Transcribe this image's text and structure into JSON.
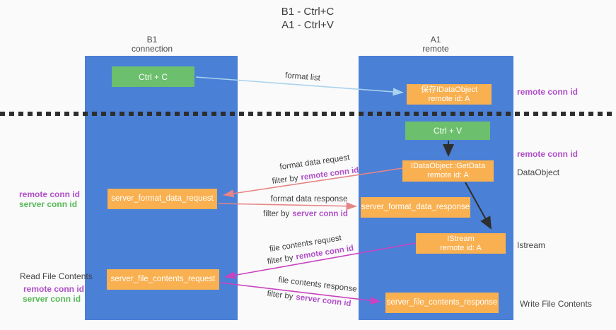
{
  "title": {
    "line1": "B1 - Ctrl+C",
    "line2": "A1 - Ctrl+V"
  },
  "lanes": {
    "left": {
      "name": "B1",
      "role": "connection"
    },
    "right": {
      "name": "A1",
      "role": "remote"
    }
  },
  "boxes": {
    "ctrl_c": "Ctrl + C",
    "ctrl_v": "Ctrl + V",
    "save_dataobject": {
      "line1": "保存IDataObject",
      "line2": "remote id: A"
    },
    "getdata": {
      "line1": "IDataObject::GetData",
      "line2": "remote id: A"
    },
    "istream": {
      "line1": "IStream",
      "line2": "remote id: A"
    },
    "format_request": "server_format_data_request",
    "format_response": "server_format_data_response",
    "file_request": "server_file_contents_request",
    "file_response": "server_file_contents_response"
  },
  "arrows": {
    "format_list": "format list",
    "format_data_request": "format data request",
    "format_data_response": "format data response",
    "file_contents_request": "file contents request",
    "file_contents_response": "file contents response",
    "filter_prefix": "filter by"
  },
  "ids": {
    "remote": "remote conn id",
    "server": "server conn id"
  },
  "side_labels": {
    "read_file": "Read File Contents",
    "write_file": "Write File Contents",
    "dataobject": "DataObject",
    "istream": "Istream"
  },
  "colors": {
    "background": "#fafafa",
    "lane_blue": "#4a80d6",
    "box_green": "#6cbf6c",
    "box_orange": "#f9b050",
    "id_purple": "#b04fc8",
    "id_green": "#57b957",
    "arrow_salmon": "#e78585",
    "arrow_magenta": "#c943c0",
    "arrow_lightblue": "#a9d3ee",
    "arrow_black": "#2e2e2e"
  }
}
